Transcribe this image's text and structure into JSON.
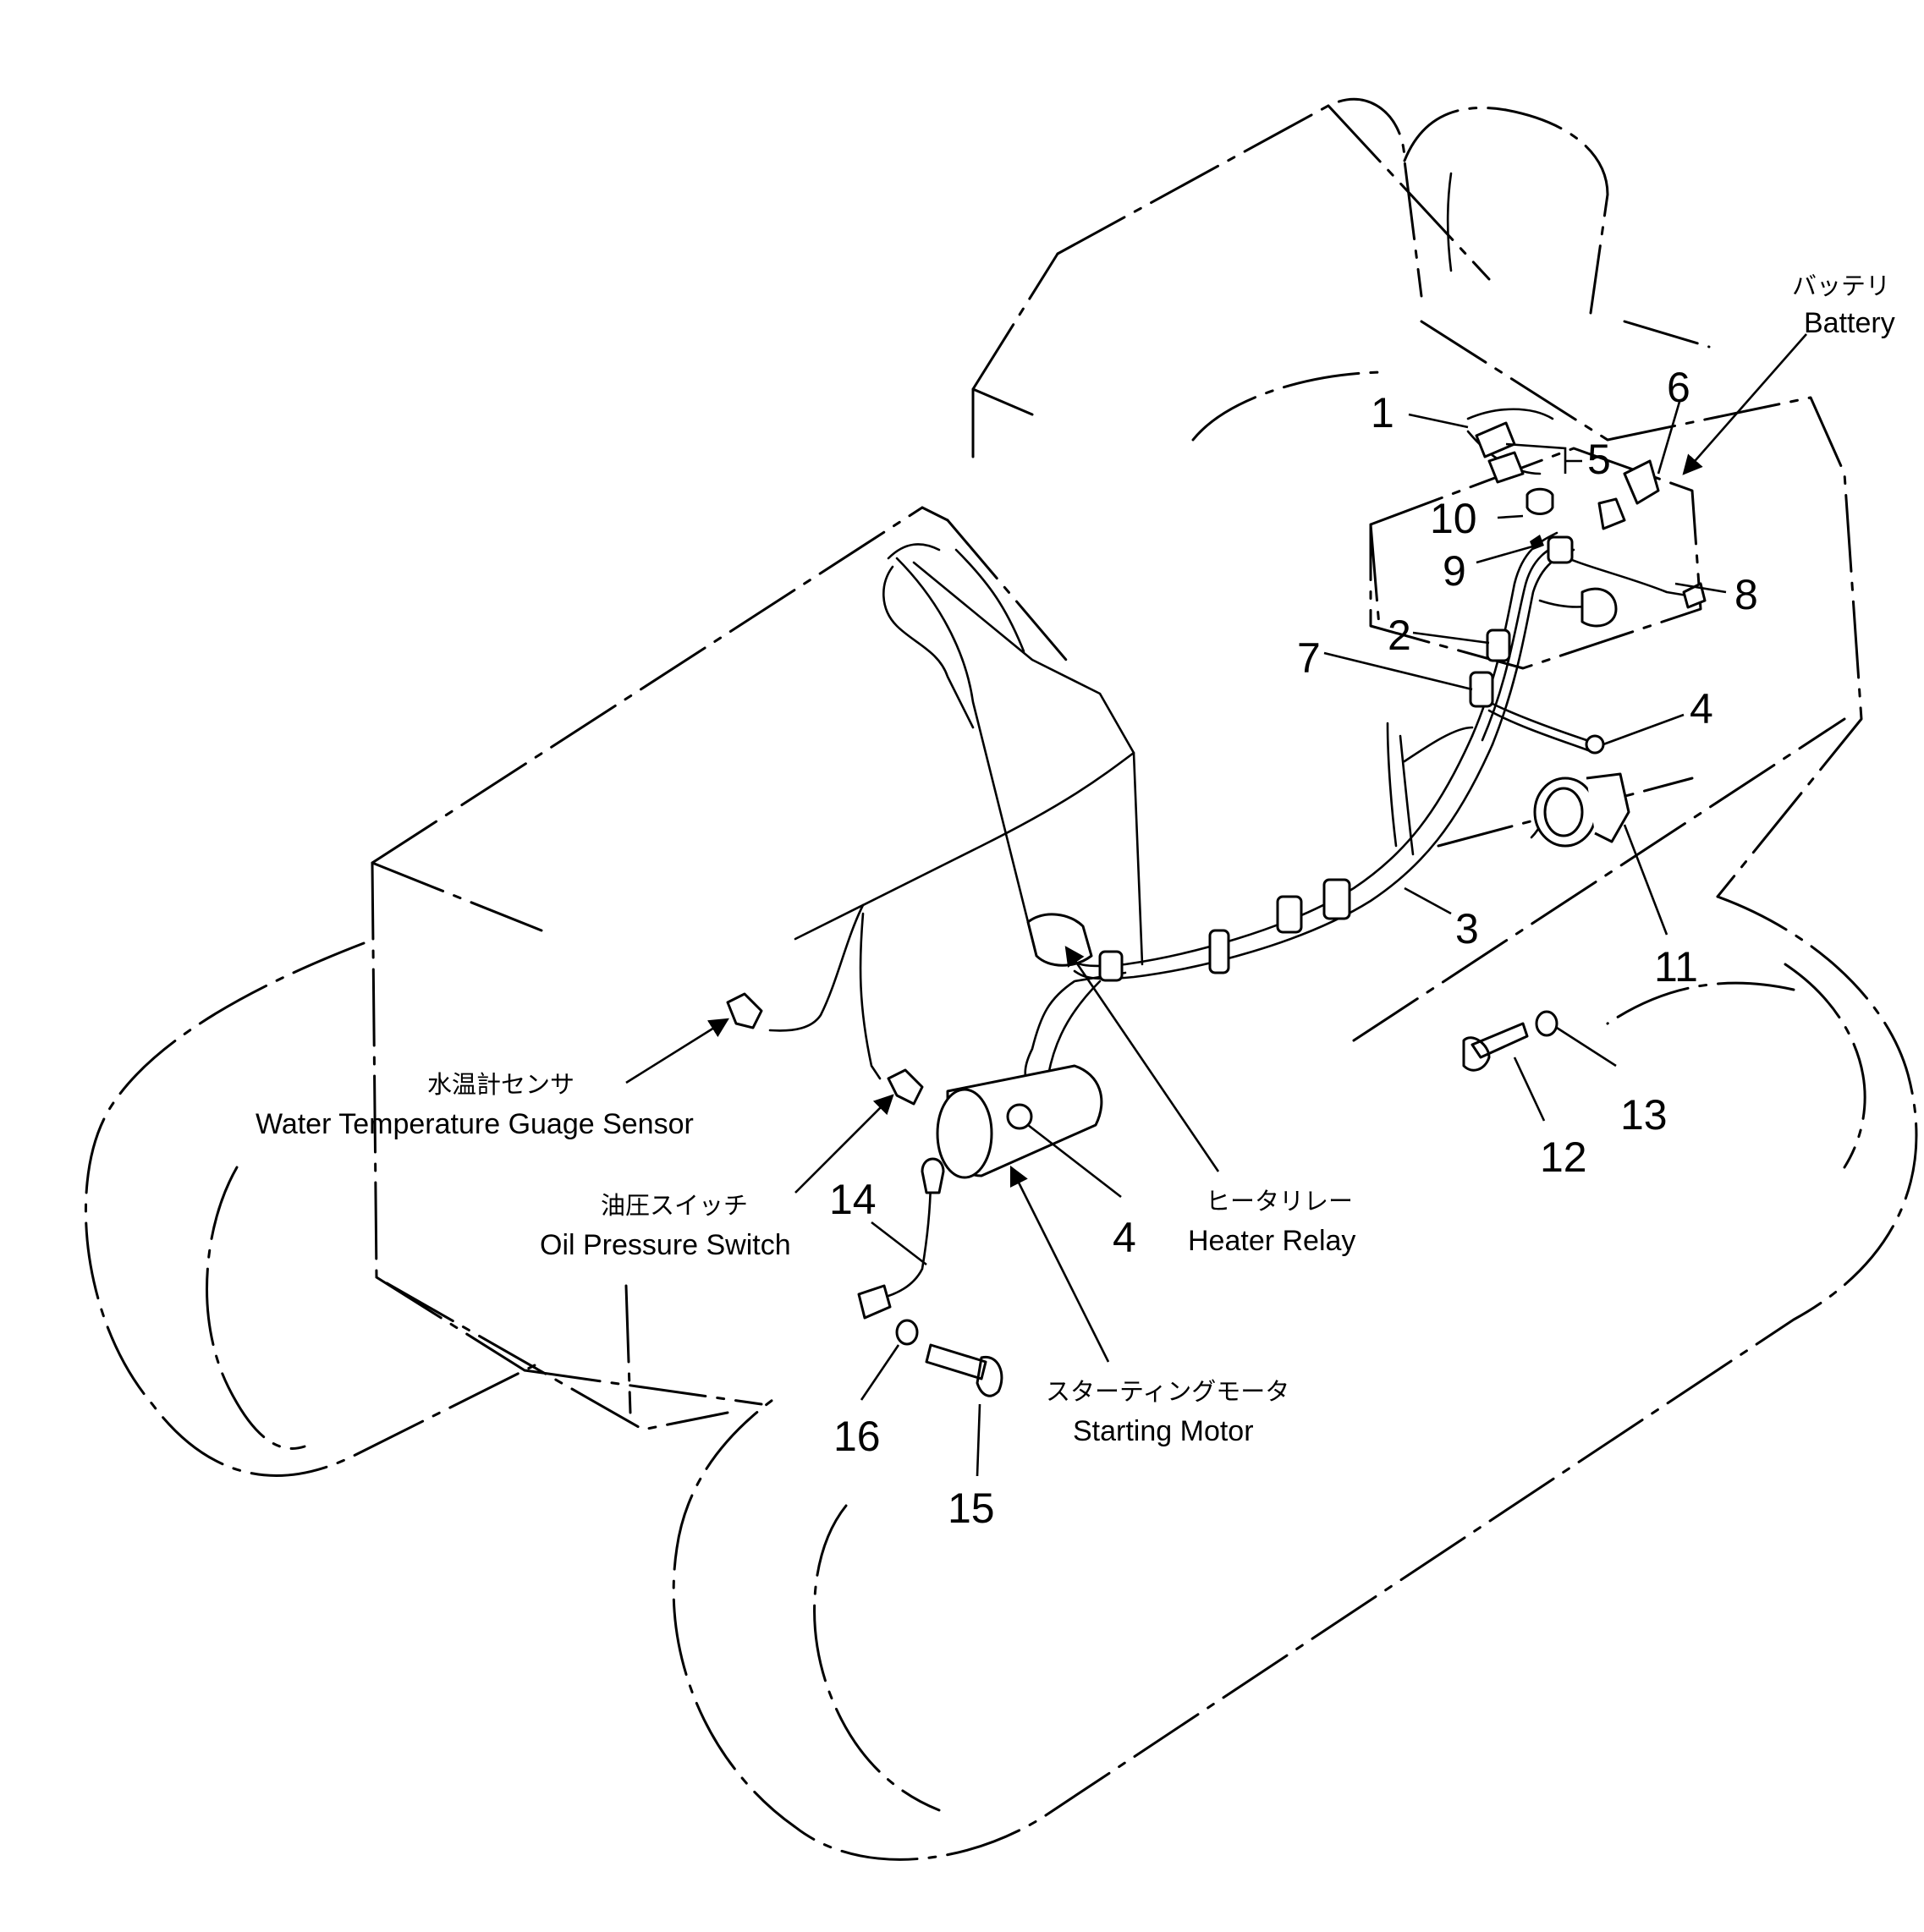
{
  "callouts": {
    "c1": "1",
    "c2": "2",
    "c3": "3",
    "c4a": "4",
    "c4b": "4",
    "c5": "5",
    "c6": "6",
    "c7": "7",
    "c8": "8",
    "c9": "9",
    "c10": "10",
    "c11": "11",
    "c12": "12",
    "c13": "13",
    "c14": "14",
    "c15": "15",
    "c16": "16"
  },
  "labels": {
    "battery_jp": "バッテリ",
    "battery_en": "Battery",
    "water_temp_jp": "水温計センサ",
    "water_temp_en": "Water Temperature Guage Sensor",
    "oil_pressure_jp": "油圧スイッチ",
    "oil_pressure_en": "Oil Pressure Switch",
    "heater_relay_jp": "ヒータリレー",
    "heater_relay_en": "Heater Relay",
    "starting_motor_jp": "スターティングモータ",
    "starting_motor_en": "Starting Motor"
  }
}
